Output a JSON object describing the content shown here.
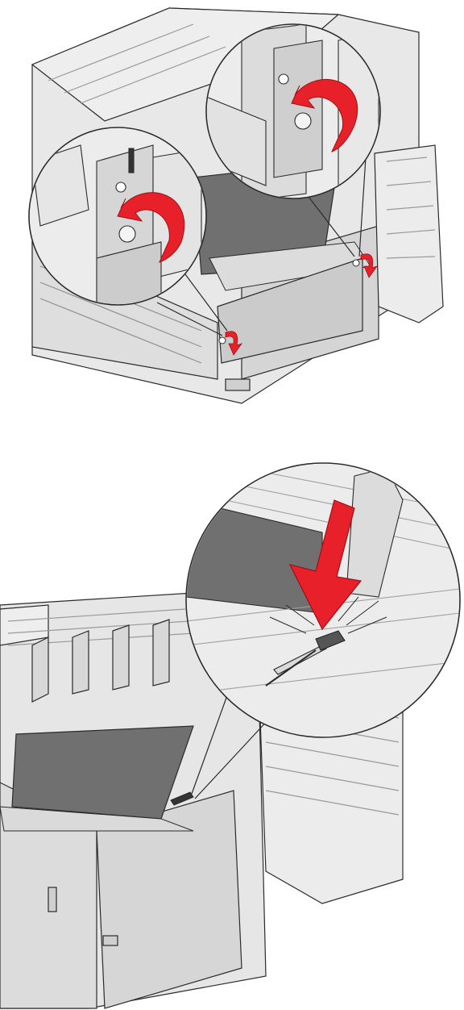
{
  "figure": {
    "illustrations": [
      {
        "name": "top-illustration",
        "callouts": [
          "left-screw-zoom",
          "right-screw-zoom"
        ]
      },
      {
        "name": "bottom-illustration",
        "callouts": [
          "lever-zoom"
        ]
      }
    ],
    "colors": {
      "line": "#2b2b2b",
      "printer_fill": "#e4e4e4",
      "printer_shade": "#cfcfcf",
      "dark_belt": "#6f6f6f",
      "arrow": "#e8202a",
      "arrow_stroke": "#9c1218",
      "white": "#ffffff"
    },
    "icons": [
      "rotate-arrow-icon",
      "down-arrow-icon",
      "screw-icon",
      "lever-icon"
    ]
  }
}
